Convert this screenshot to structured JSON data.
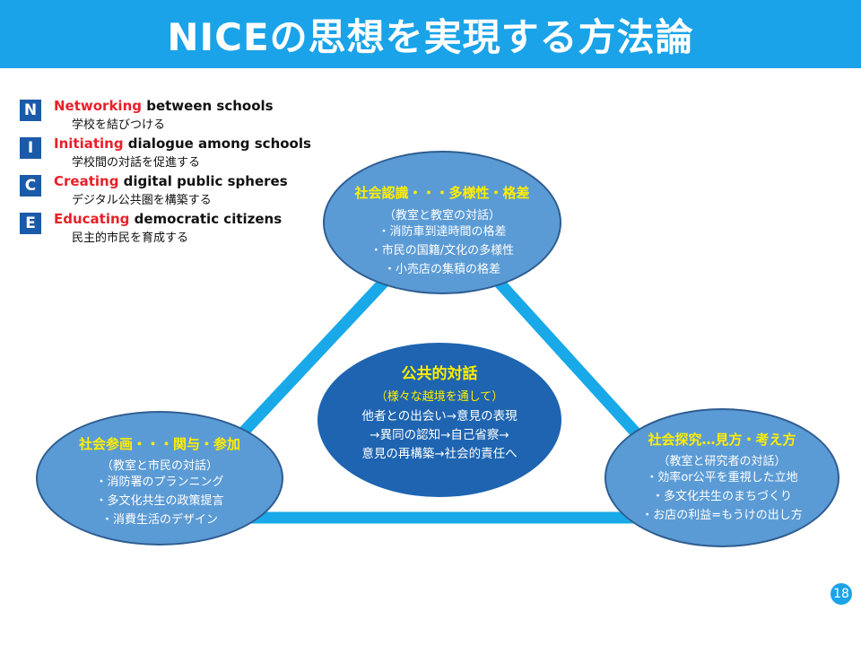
{
  "title": "NICEの思想を実現する方法論",
  "legend": [
    {
      "letter": "N",
      "highlight": "Networking",
      "rest": " between schools",
      "jp": "学校を結びつける"
    },
    {
      "letter": "I",
      "highlight": "Initiating",
      "rest": " dialogue among schools",
      "jp": "学校間の対話を促進する"
    },
    {
      "letter": "C",
      "highlight": "Creating",
      "rest": " digital public spheres",
      "jp": "デジタル公共圏を構築する"
    },
    {
      "letter": "E",
      "highlight": "Educating",
      "rest": " democratic citizens",
      "jp": "民主的市民を育成する"
    }
  ],
  "top": {
    "heading": "社会認識・・・多様性・格差",
    "sub": "（教室と教室の対話）",
    "items": [
      "・消防車到達時間の格差",
      "・市民の国籍/文化の多様性",
      "・小売店の集積の格差"
    ]
  },
  "left": {
    "heading": "社会参画・・・関与・参加",
    "sub": "（教室と市民の対話）",
    "items": [
      "・消防署のプランニング",
      "・多文化共生の政策提言",
      "・消費生活のデザイン"
    ]
  },
  "right": {
    "heading": "社会探究…見方・考え方",
    "sub": "（教室と研究者の対話）",
    "items": [
      "・効率or公平を重視した立地",
      "・多文化共生のまちづくり",
      "・お店の利益=もうけの出し方"
    ]
  },
  "center": {
    "heading": "公共的対話",
    "sub": "（様々な越境を通して）",
    "items": [
      "他者との出会い→意見の表現",
      "→異同の認知→自己省察→",
      "意見の再構築→社会的責任へ"
    ]
  },
  "page_number": "18",
  "colors": {
    "title_bar": "#1aa3e8",
    "legend_box": "#1b5aa8",
    "highlight": "#e8202a",
    "ellipse_fill": "#5b9bd5",
    "center_fill": "#1e64b0",
    "heading_yellow": "#ffee00",
    "triangle_line": "#19a9e8"
  }
}
